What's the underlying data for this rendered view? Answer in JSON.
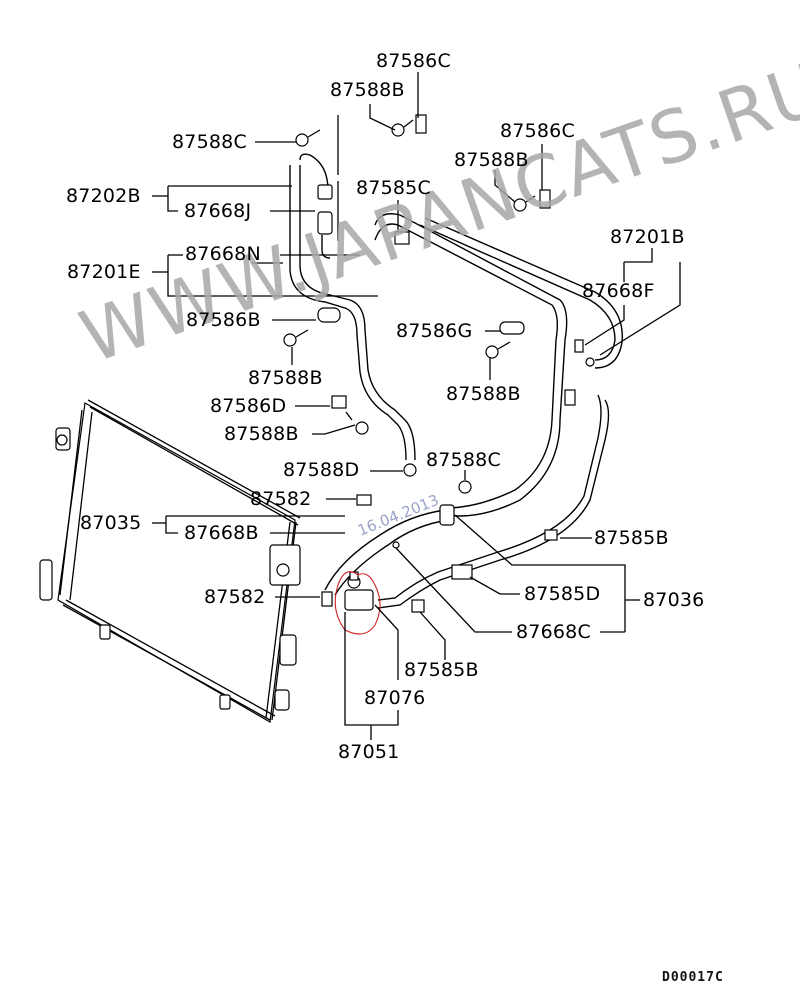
{
  "diagram": {
    "title": "Air conditioner condenser and pipes parts diagram",
    "drawing_code": "D00017C",
    "watermark": "WWW.JAPANCATS.RU",
    "watermark_date": "16.04.2013",
    "highlight_color": "#cc2222",
    "labels": {
      "p87586C_top": "87586C",
      "p87588B_top": "87588B",
      "p87588C_top": "87588C",
      "p87586C_right": "87586C",
      "p87588B_right": "87588B",
      "p87585C": "87585C",
      "p87202B": "87202B",
      "p87668J": "87668J",
      "p87201B": "87201B",
      "p87668F": "87668F",
      "p87668N": "87668N",
      "p87201E": "87201E",
      "p87586B": "87586B",
      "p87586G": "87586G",
      "p87588B_mid_left": "87588B",
      "p87588B_mid_right": "87588B",
      "p87586D": "87586D",
      "p87588B_lower": "87588B",
      "p87588D": "87588D",
      "p87588C_lower": "87588C",
      "p87582_upper": "87582",
      "p87035": "87035",
      "p87668B": "87668B",
      "p87585B_right": "87585B",
      "p87582_lower": "87582",
      "p87585D": "87585D",
      "p87036": "87036",
      "p87668C": "87668C",
      "p87585B_lower": "87585B",
      "p87076": "87076",
      "p87051": "87051"
    }
  }
}
